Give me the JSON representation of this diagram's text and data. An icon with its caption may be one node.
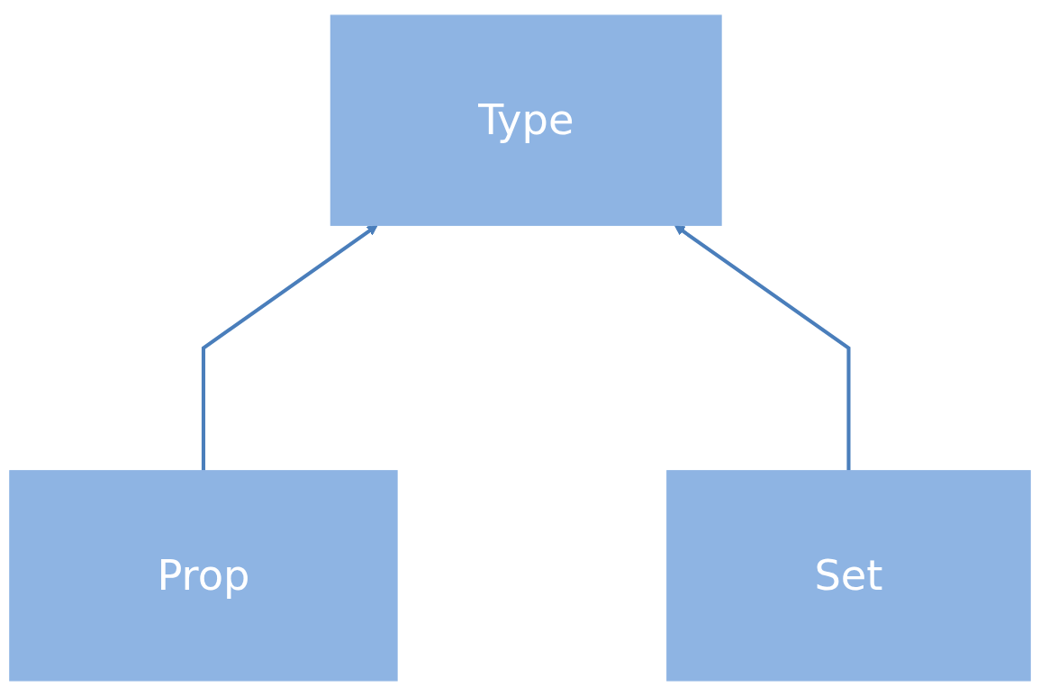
{
  "diagram": {
    "nodes": [
      {
        "text": [
          "Type"
        ]
      },
      {
        "text": [
          "Prop"
        ]
      },
      {
        "text": [
          "Set"
        ]
      }
    ],
    "edges": [
      {
        "from": 1,
        "to": 0,
        "arrow": "to"
      },
      {
        "from": 2,
        "to": 0,
        "arrow": "to"
      }
    ]
  }
}
